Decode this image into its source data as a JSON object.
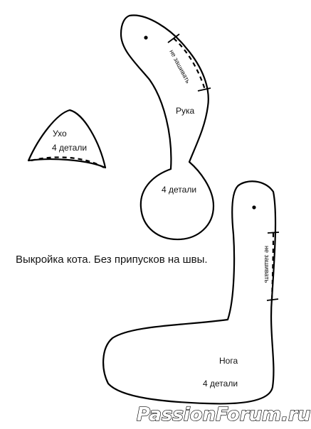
{
  "title": "Выкройка кота. Без припусков на швы.",
  "pieces": {
    "ear": {
      "name": "Ухо",
      "count": "4 детали"
    },
    "arm": {
      "name": "Рука",
      "count": "4 детали",
      "opening_note": "не зашивать"
    },
    "leg": {
      "name": "Нога",
      "count": "4 детали",
      "opening_note": "не зашивать"
    }
  },
  "watermark": "PassionForum.ru",
  "colors": {
    "ink": "#000000",
    "paper": "#ffffff"
  }
}
